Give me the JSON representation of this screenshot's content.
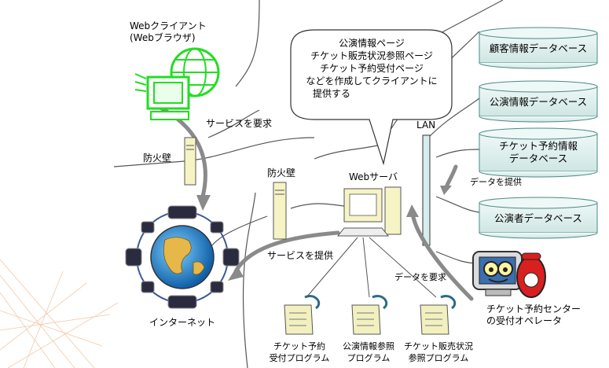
{
  "client": {
    "line1": "Webクライアント",
    "line2": "(Webブラウザ)"
  },
  "firewall_left": "防火壁",
  "firewall_center": "防火壁",
  "request_service": "サービスを要求",
  "provide_service": "サービスを提供",
  "internet": "インターネット",
  "web_server": "Webサーバ",
  "lan": "LAN",
  "callout": {
    "lines": [
      "公演情報ページ",
      "チケット販売状況参照ページ",
      "チケット予約受付ページ",
      "などを作成してクライアントに",
      "提供する"
    ]
  },
  "databases": [
    {
      "line1": "顧客情報データベース",
      "line2": ""
    },
    {
      "line1": "公演情報データベース",
      "line2": ""
    },
    {
      "line1": "チケット予約情報",
      "line2": "データベース"
    },
    {
      "line1": "公演者データベース",
      "line2": ""
    }
  ],
  "provide_data": "データを提供",
  "request_data": "データを要求",
  "operator": {
    "line1": "チケット予約センター",
    "line2": "の受付オペレータ"
  },
  "programs": [
    {
      "line1": "チケット予約",
      "line2": "受付プログラム"
    },
    {
      "line1": "公演情報参照",
      "line2": "プログラム"
    },
    {
      "line1": "チケット販売状況",
      "line2": "参照プログラム"
    }
  ],
  "colors": {
    "client_green": "#22dd22",
    "db_fill": "#ddf0ee",
    "db_stroke": "#4a8a85",
    "arrow_gray": "#888888",
    "scroll_fill": "#f3f0c0"
  }
}
